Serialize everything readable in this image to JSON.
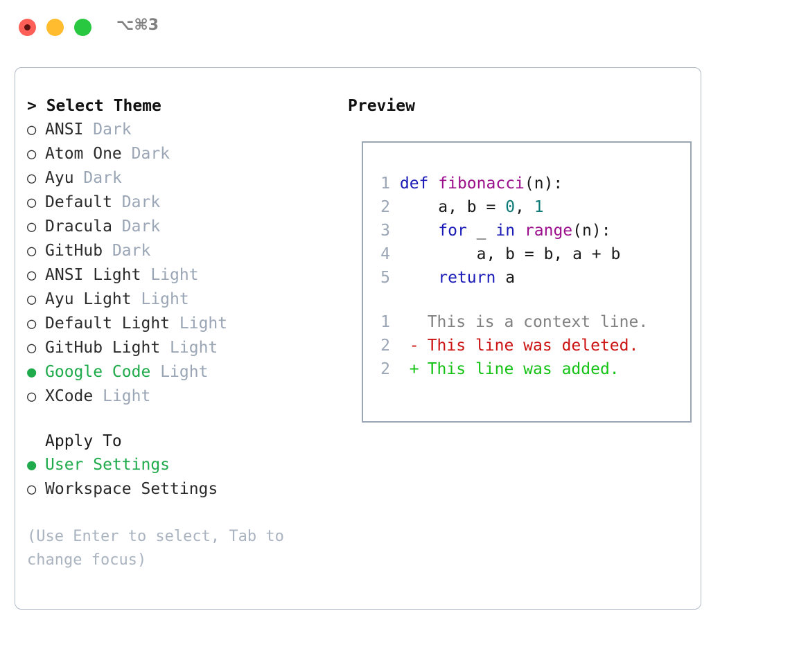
{
  "titlebar": {
    "traffic_lights": [
      "close-red",
      "minimize-yellow",
      "zoom-green"
    ],
    "shortcut": "⌥⌘3"
  },
  "theme_picker": {
    "header": "> Select Theme",
    "bullet_selected": "●",
    "bullet_unselected": "○",
    "items": [
      {
        "bullet": "○",
        "name": "ANSI",
        "tag": "Dark",
        "selected": false
      },
      {
        "bullet": "○",
        "name": "Atom One",
        "tag": "Dark",
        "selected": false
      },
      {
        "bullet": "○",
        "name": "Ayu",
        "tag": "Dark",
        "selected": false
      },
      {
        "bullet": "○",
        "name": "Default",
        "tag": "Dark",
        "selected": false
      },
      {
        "bullet": "○",
        "name": "Dracula",
        "tag": "Dark",
        "selected": false
      },
      {
        "bullet": "○",
        "name": "GitHub",
        "tag": "Dark",
        "selected": false
      },
      {
        "bullet": "○",
        "name": "ANSI Light",
        "tag": "Light",
        "selected": false
      },
      {
        "bullet": "○",
        "name": "Ayu Light",
        "tag": "Light",
        "selected": false
      },
      {
        "bullet": "○",
        "name": "Default Light",
        "tag": "Light",
        "selected": false
      },
      {
        "bullet": "○",
        "name": "GitHub Light",
        "tag": "Light",
        "selected": false
      },
      {
        "bullet": "●",
        "name": "Google Code",
        "tag": "Light",
        "selected": true
      },
      {
        "bullet": "○",
        "name": "XCode",
        "tag": "Light",
        "selected": false
      }
    ]
  },
  "apply_to": {
    "header": "Apply To",
    "items": [
      {
        "bullet": "●",
        "name": "User Settings",
        "selected": true
      },
      {
        "bullet": "○",
        "name": "Workspace Settings",
        "selected": false
      }
    ]
  },
  "hint": "(Use Enter to select, Tab to change focus)",
  "preview": {
    "title": "Preview",
    "code_lines": [
      {
        "num": "1",
        "tokens": [
          {
            "t": "def",
            "c": "kw"
          },
          {
            "t": " ",
            "c": "plain"
          },
          {
            "t": "fibonacci",
            "c": "fn"
          },
          {
            "t": "(n):",
            "c": "plain"
          }
        ]
      },
      {
        "num": "2",
        "tokens": [
          {
            "t": "    a, b = ",
            "c": "plain"
          },
          {
            "t": "0",
            "c": "num"
          },
          {
            "t": ", ",
            "c": "plain"
          },
          {
            "t": "1",
            "c": "num"
          }
        ]
      },
      {
        "num": "3",
        "tokens": [
          {
            "t": "    ",
            "c": "plain"
          },
          {
            "t": "for",
            "c": "kw"
          },
          {
            "t": " _ ",
            "c": "plain"
          },
          {
            "t": "in",
            "c": "kw"
          },
          {
            "t": " ",
            "c": "plain"
          },
          {
            "t": "range",
            "c": "fn"
          },
          {
            "t": "(n):",
            "c": "plain"
          }
        ]
      },
      {
        "num": "4",
        "tokens": [
          {
            "t": "        a, b = b, a + b",
            "c": "plain"
          }
        ]
      },
      {
        "num": "5",
        "tokens": [
          {
            "t": "    ",
            "c": "plain"
          },
          {
            "t": "return",
            "c": "kw"
          },
          {
            "t": " a",
            "c": "plain"
          }
        ]
      }
    ],
    "diff_lines": [
      {
        "num": "1",
        "mark": " ",
        "text": "This is a context line.",
        "kind": "ctx"
      },
      {
        "num": "2",
        "mark": "-",
        "text": "This line was deleted.",
        "kind": "del"
      },
      {
        "num": "2",
        "mark": "+",
        "text": "This line was added.",
        "kind": "add"
      }
    ]
  },
  "colors": {
    "accent_green": "#1faa4b",
    "tag_muted": "#9aa5b5",
    "keyword_blue": "#1a1ab8",
    "function_magenta": "#9b0f8c",
    "number_teal": "#0c7a76",
    "diff_delete_red": "#cc1111",
    "diff_add_green": "#13c213",
    "panel_border": "#b0b9c6",
    "preview_border": "#9aa5b5"
  }
}
